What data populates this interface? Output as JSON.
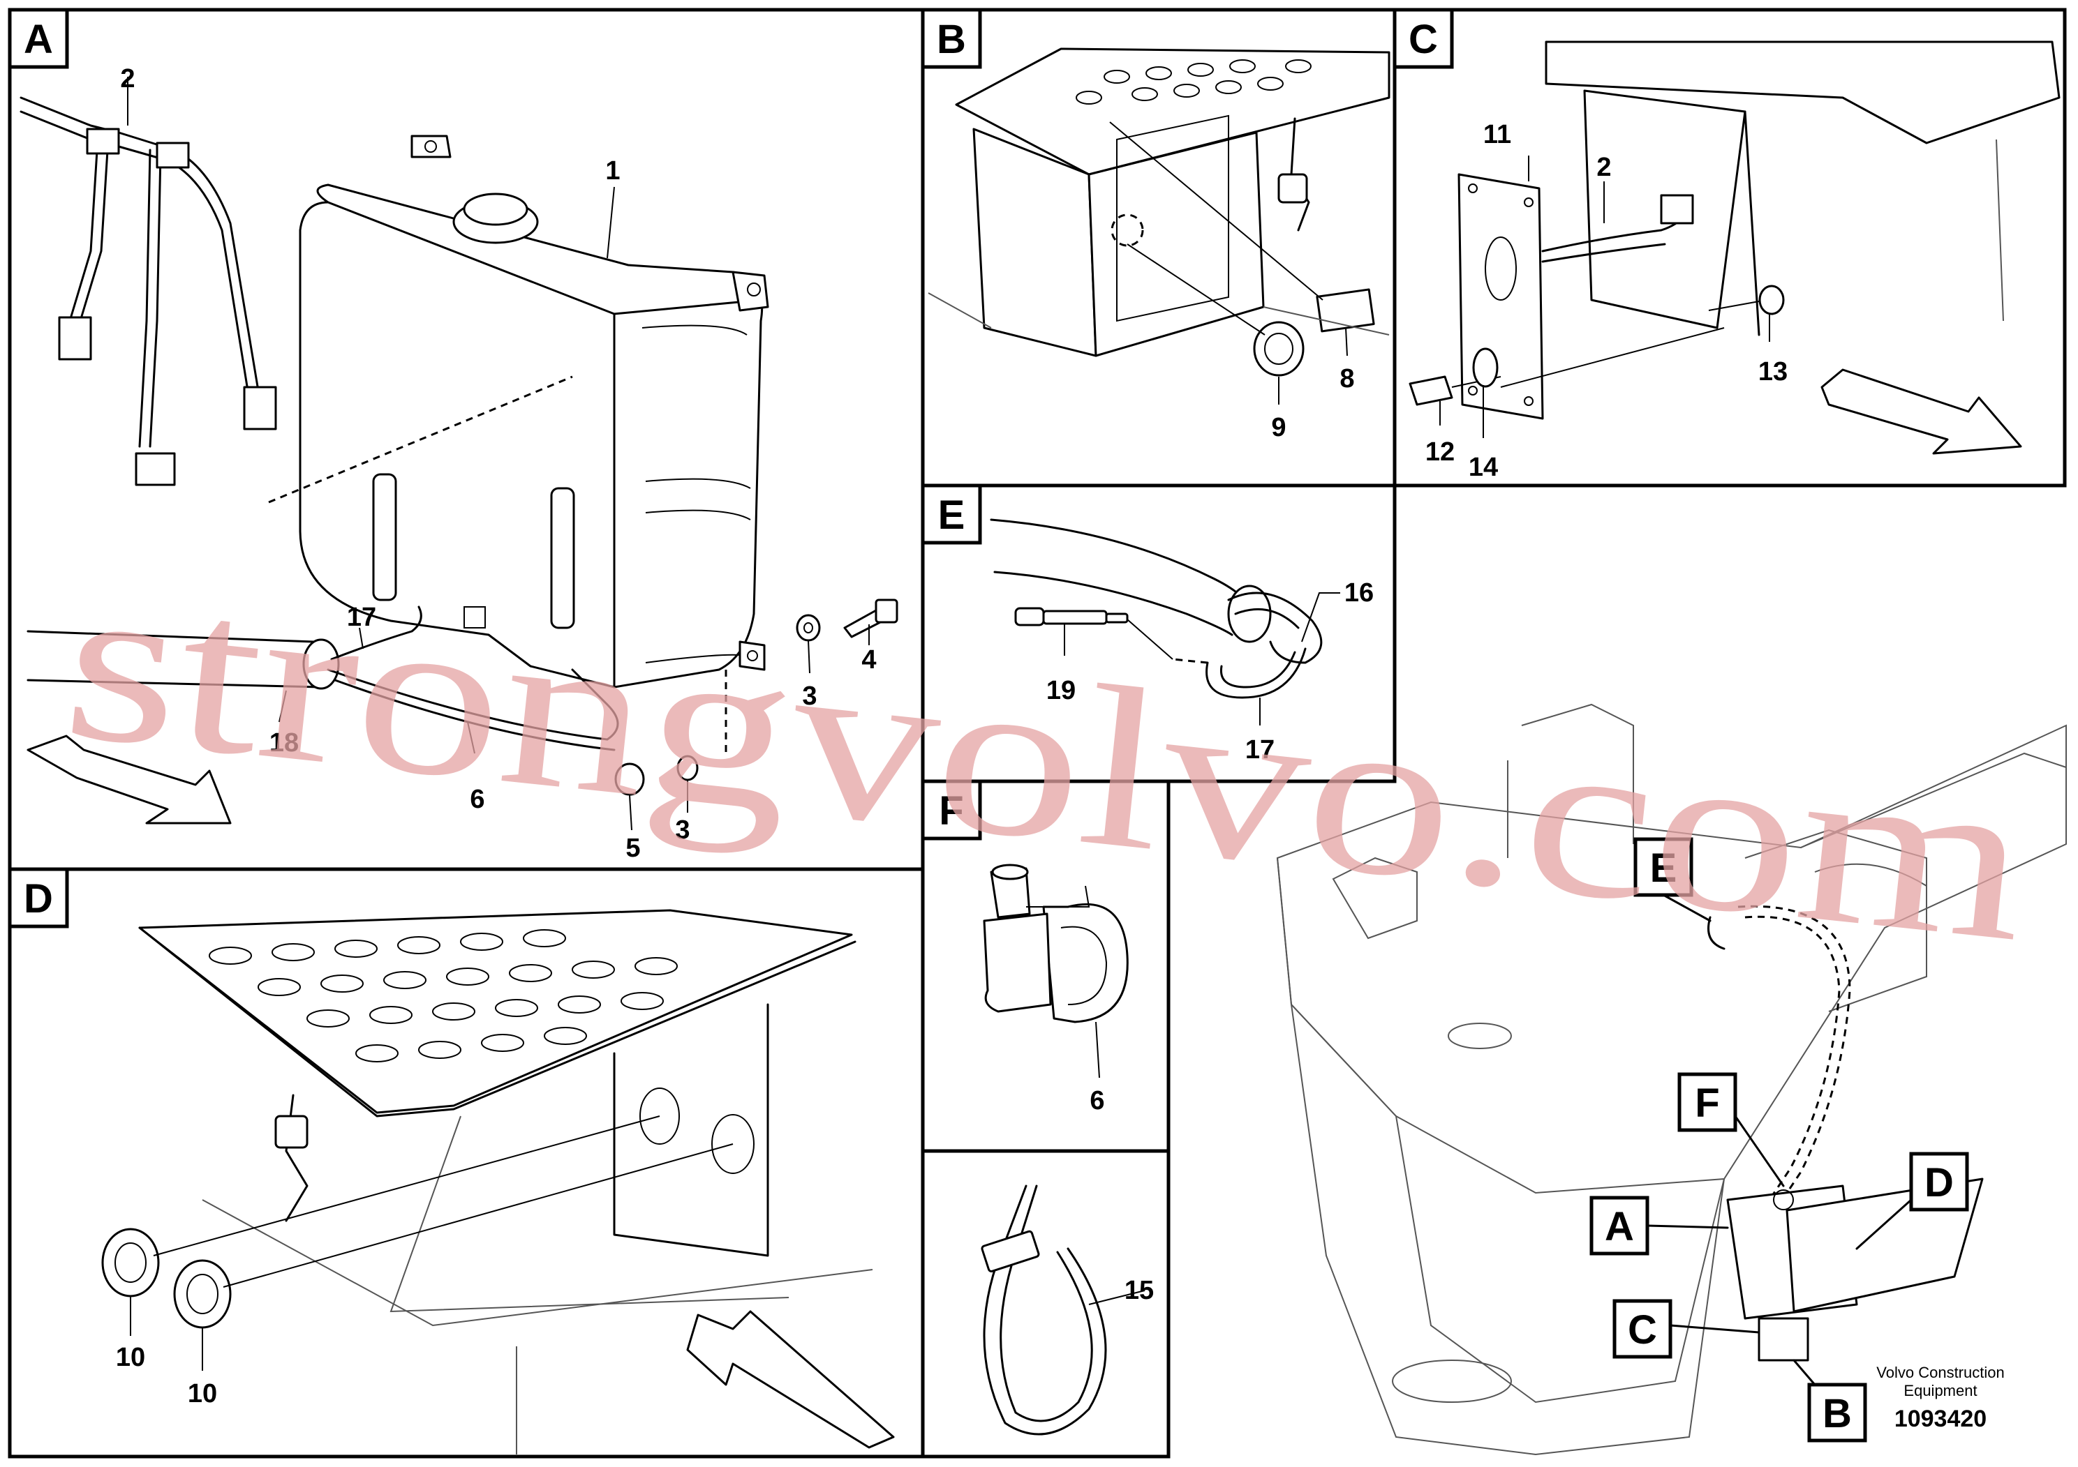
{
  "panels": {
    "A": "A",
    "B": "B",
    "C": "C",
    "D": "D",
    "E": "E",
    "F": "F"
  },
  "overview_labels": {
    "A": "A",
    "B": "B",
    "C": "C",
    "D": "D",
    "E": "E",
    "F": "F"
  },
  "parts": {
    "p1": "1",
    "p2": "2",
    "p2c": "2",
    "p3a": "3",
    "p3b": "3",
    "p4": "4",
    "p5": "5",
    "p6a": "6",
    "p6f": "6",
    "p8": "8",
    "p9": "9",
    "p10a": "10",
    "p10b": "10",
    "p11": "11",
    "p12": "12",
    "p13": "13",
    "p14": "14",
    "p15": "15",
    "p16": "16",
    "p17a": "17",
    "p17e": "17",
    "p18": "18",
    "p19": "19"
  },
  "watermark": "strongvolvo.com",
  "caption": {
    "line1": "Volvo Construction",
    "line2": "Equipment",
    "doc_number": "1093420"
  }
}
